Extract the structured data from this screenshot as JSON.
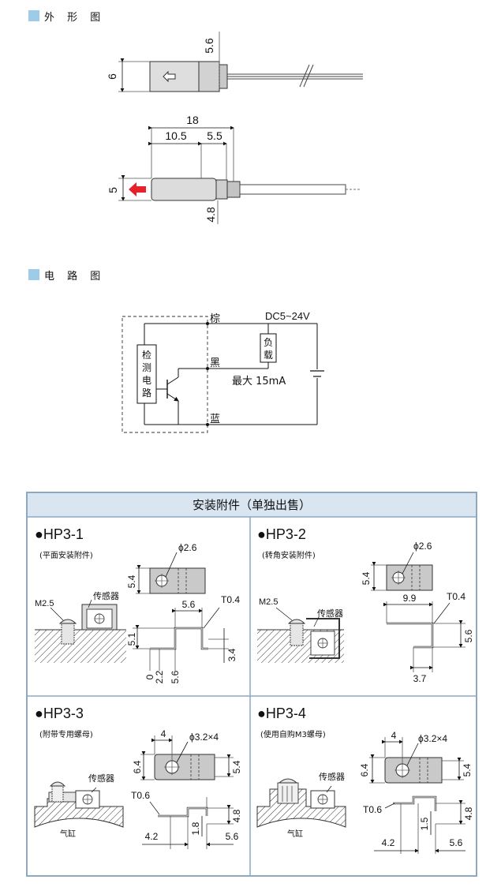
{
  "sections": {
    "outline_title": "外 形 图",
    "circuit_title": "电 路 图"
  },
  "outline": {
    "dim_head_height": "6",
    "dim_sleeve": "5.6",
    "dim_total": "18",
    "dim_left": "10.5",
    "dim_right": "5.5",
    "dim_side_height": "5",
    "dim_bottom": "4.8"
  },
  "circuit": {
    "brown": "棕",
    "black": "黑",
    "blue": "蓝",
    "supply": "DC5~24V",
    "load_1": "负",
    "load_2": "载",
    "max_current": "最大 15mA",
    "detect_1": "检",
    "detect_2": "测",
    "detect_3": "电",
    "detect_4": "路"
  },
  "accessories": {
    "title": "安装附件（单独出售）",
    "panels": [
      {
        "model": "●HP3-1",
        "desc": "(平面安装附件)",
        "hole": "ϕ2.6",
        "height": "5.4",
        "screw": "M2.5",
        "sensor": "传感器",
        "width": "5.6",
        "thickness": "T0.4",
        "h1": "5.1",
        "h2": "3.4",
        "b0": "0",
        "b1": "2.2",
        "b2": "5.6"
      },
      {
        "model": "●HP3-2",
        "desc": "(转角安装附件)",
        "hole": "ϕ2.6",
        "height": "5.4",
        "screw": "M2.5",
        "sensor": "传感器",
        "width": "9.9",
        "thickness": "T0.4",
        "h1": "5.6",
        "b1": "3.7"
      },
      {
        "model": "●HP3-3",
        "desc": "(附带专用螺母)",
        "offset": "4",
        "hole": "ϕ3.2×4",
        "h_left": "6.4",
        "h_right": "5.4",
        "sensor": "传感器",
        "cylinder": "气缸",
        "thickness": "T0.6",
        "h1": "4.8",
        "h2": "1.8",
        "b1": "4.2",
        "b2": "5.6"
      },
      {
        "model": "●HP3-4",
        "desc": "(使用自购M3螺母)",
        "offset": "4",
        "hole": "ϕ3.2×4",
        "h_left": "6.4",
        "h_right": "5.4",
        "sensor": "传感器",
        "cylinder": "气缸",
        "thickness": "T0.6",
        "h1": "4.8",
        "h2": "1.5",
        "b1": "4.2",
        "b2": "5.6"
      }
    ]
  },
  "colors": {
    "accent_square": "#9ecbe8",
    "panel_header": "#d9e6f2",
    "panel_border": "#8ea8c2",
    "arrow_red": "#e8202a",
    "part_gray": "#c9c9c9",
    "sensor_gray": "#dcdcdc"
  }
}
